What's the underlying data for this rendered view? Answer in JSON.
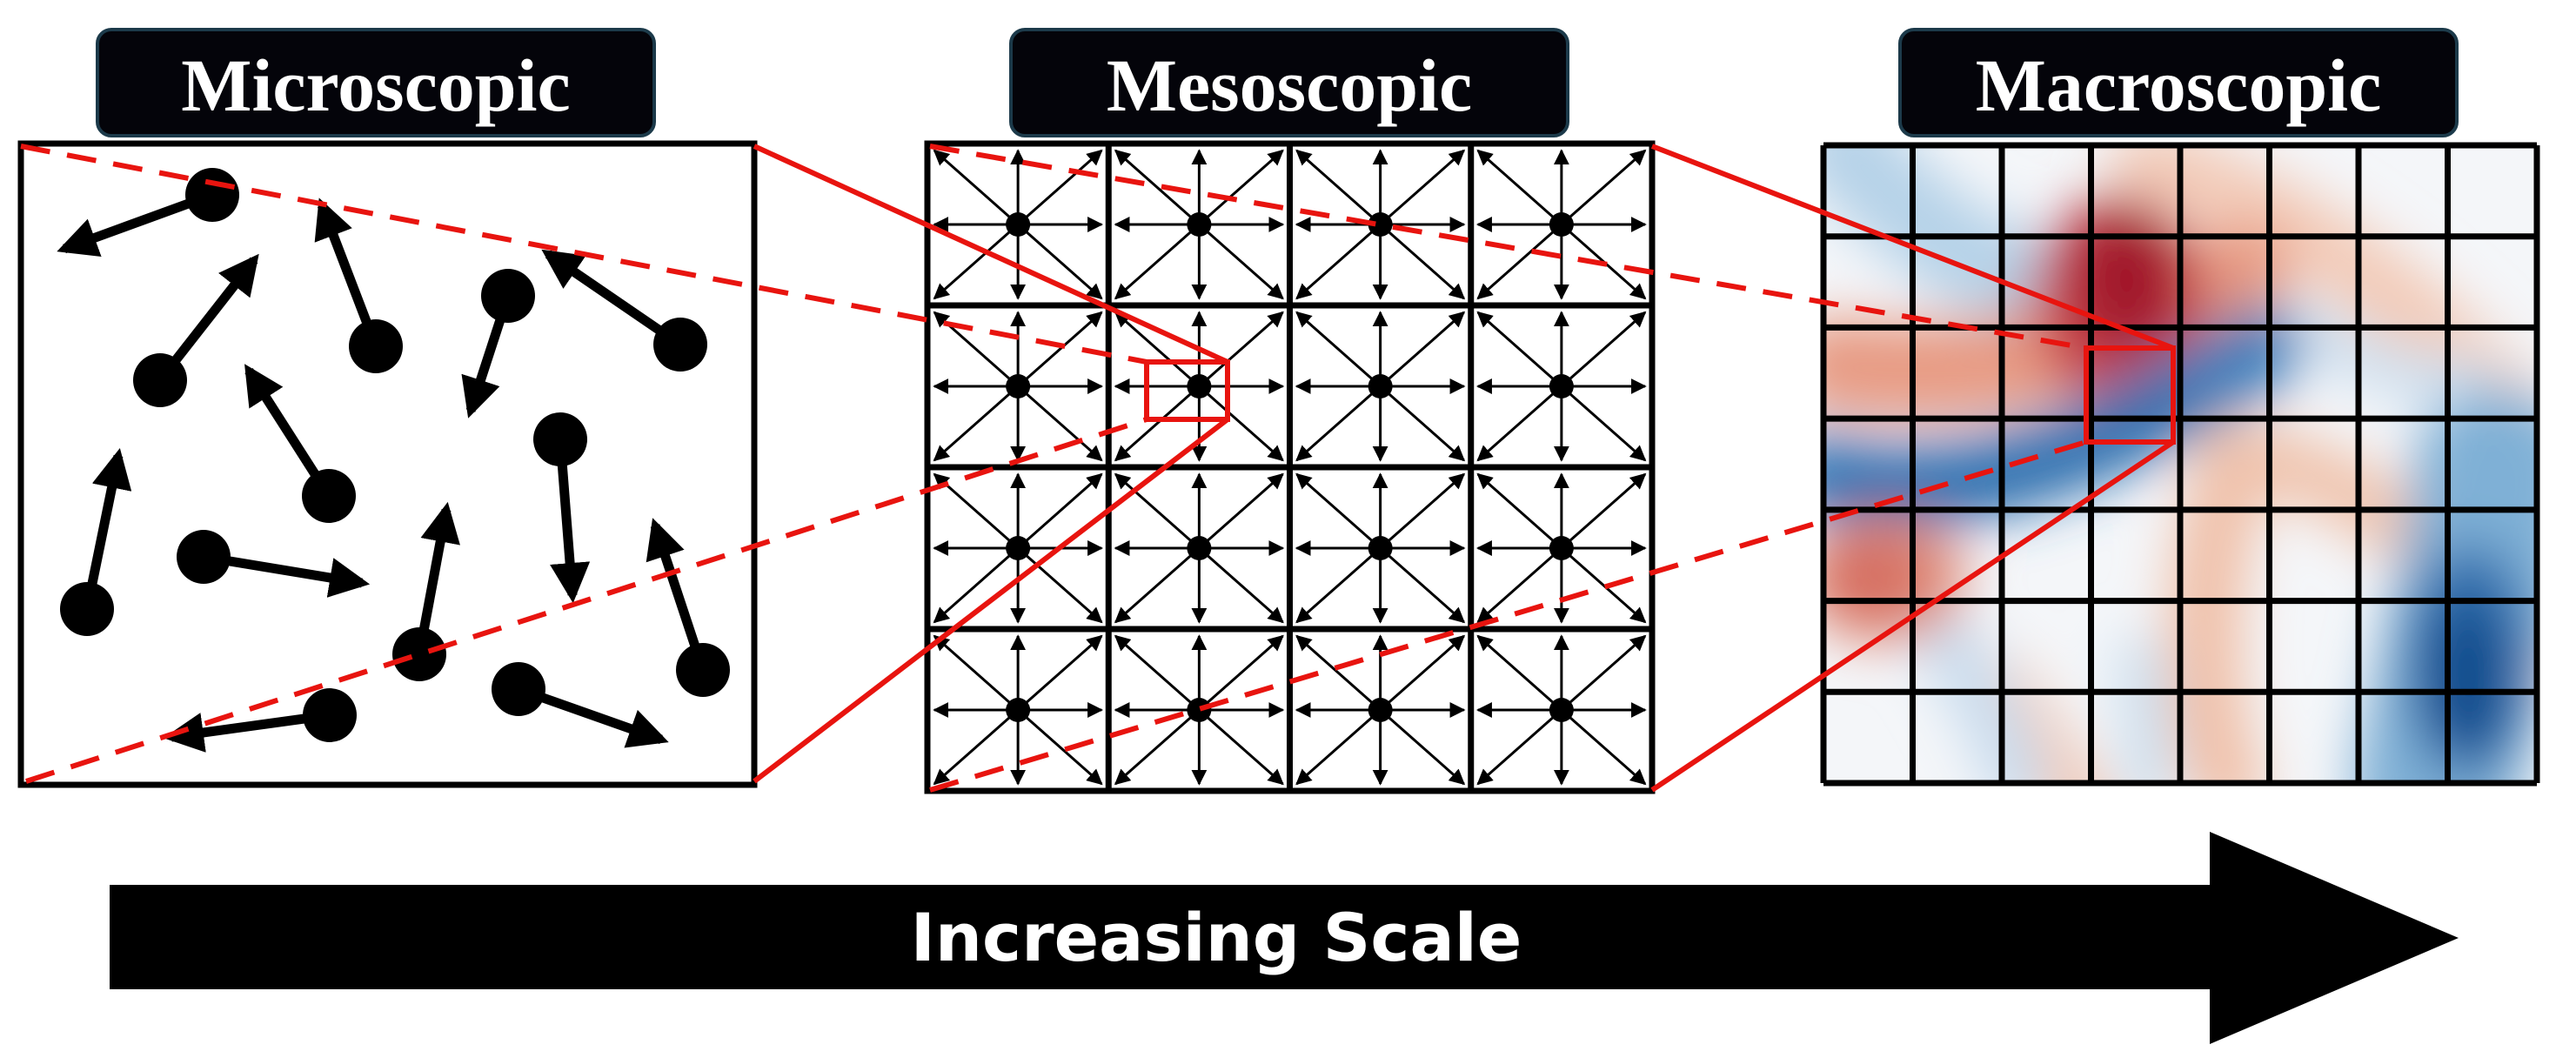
{
  "panels": {
    "micro": {
      "title": "Microscopic"
    },
    "meso": {
      "title": "Mesoscopic"
    },
    "macro": {
      "title": "Macroscopic"
    }
  },
  "scale_arrow": {
    "label": "Increasing Scale"
  },
  "colors": {
    "title_box": "#04040a",
    "title_border": "#1c3a4a",
    "zoom_lines": "#e8140f",
    "field_positive": "#b2182b",
    "field_negative": "#2166ac",
    "ink": "#000000"
  },
  "meso_grid": {
    "rows": 4,
    "cols": 4
  },
  "macro_grid": {
    "rows": 7,
    "cols": 8
  }
}
